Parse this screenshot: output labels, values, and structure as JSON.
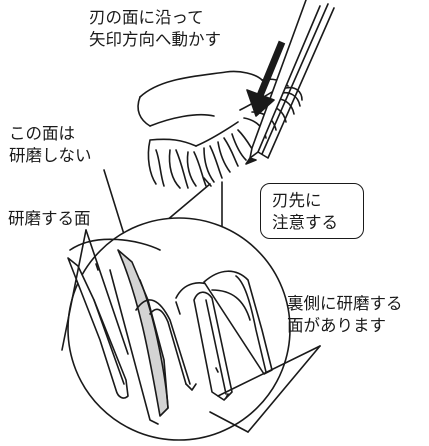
{
  "labels": {
    "direction": [
      "刃の面に沿って",
      "矢印方向へ動かす"
    ],
    "no_sharpen": [
      "この面は",
      "研磨しない"
    ],
    "sharpen_face": "研磨する面",
    "tip_caution": [
      "刃先に",
      "注意する"
    ],
    "back_face": [
      "裏側に研磨する",
      "面があります"
    ]
  },
  "colors": {
    "line": "#1a1a1a",
    "fill": "#ffffff",
    "gray_fill": "#d4d4d4",
    "arrow": "#1a1a1a"
  }
}
